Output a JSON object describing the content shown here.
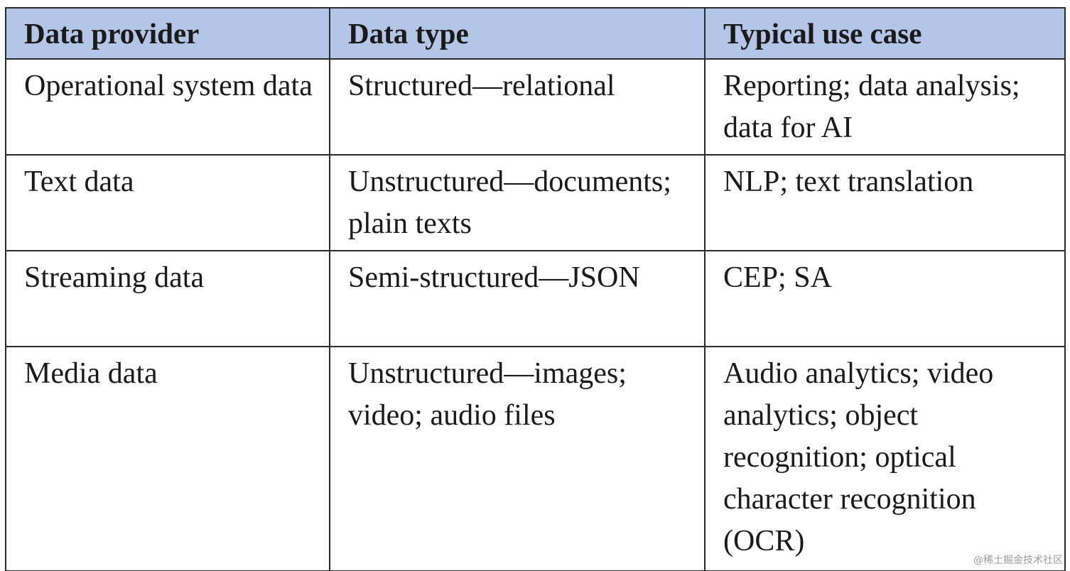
{
  "table": {
    "headers": [
      "Data provider",
      "Data type",
      "Typical use case"
    ],
    "rows": [
      [
        "Operational system data",
        "Structured—relational",
        "Reporting; data analysis; data for AI"
      ],
      [
        "Text data",
        "Unstructured—documents; plain texts",
        "NLP; text translation"
      ],
      [
        "Streaming data",
        "Semi-structured—JSON",
        "CEP; SA"
      ],
      [
        "Media data",
        "Unstructured—images; video; audio files",
        "Audio analytics; video analytics; object recognition; optical character recognition (OCR)"
      ]
    ]
  },
  "colors": {
    "header_background": "#b4c6e7",
    "border": "#2a2a2a",
    "text": "#1a1a1a"
  },
  "watermark": "@稀土掘金技术社区"
}
